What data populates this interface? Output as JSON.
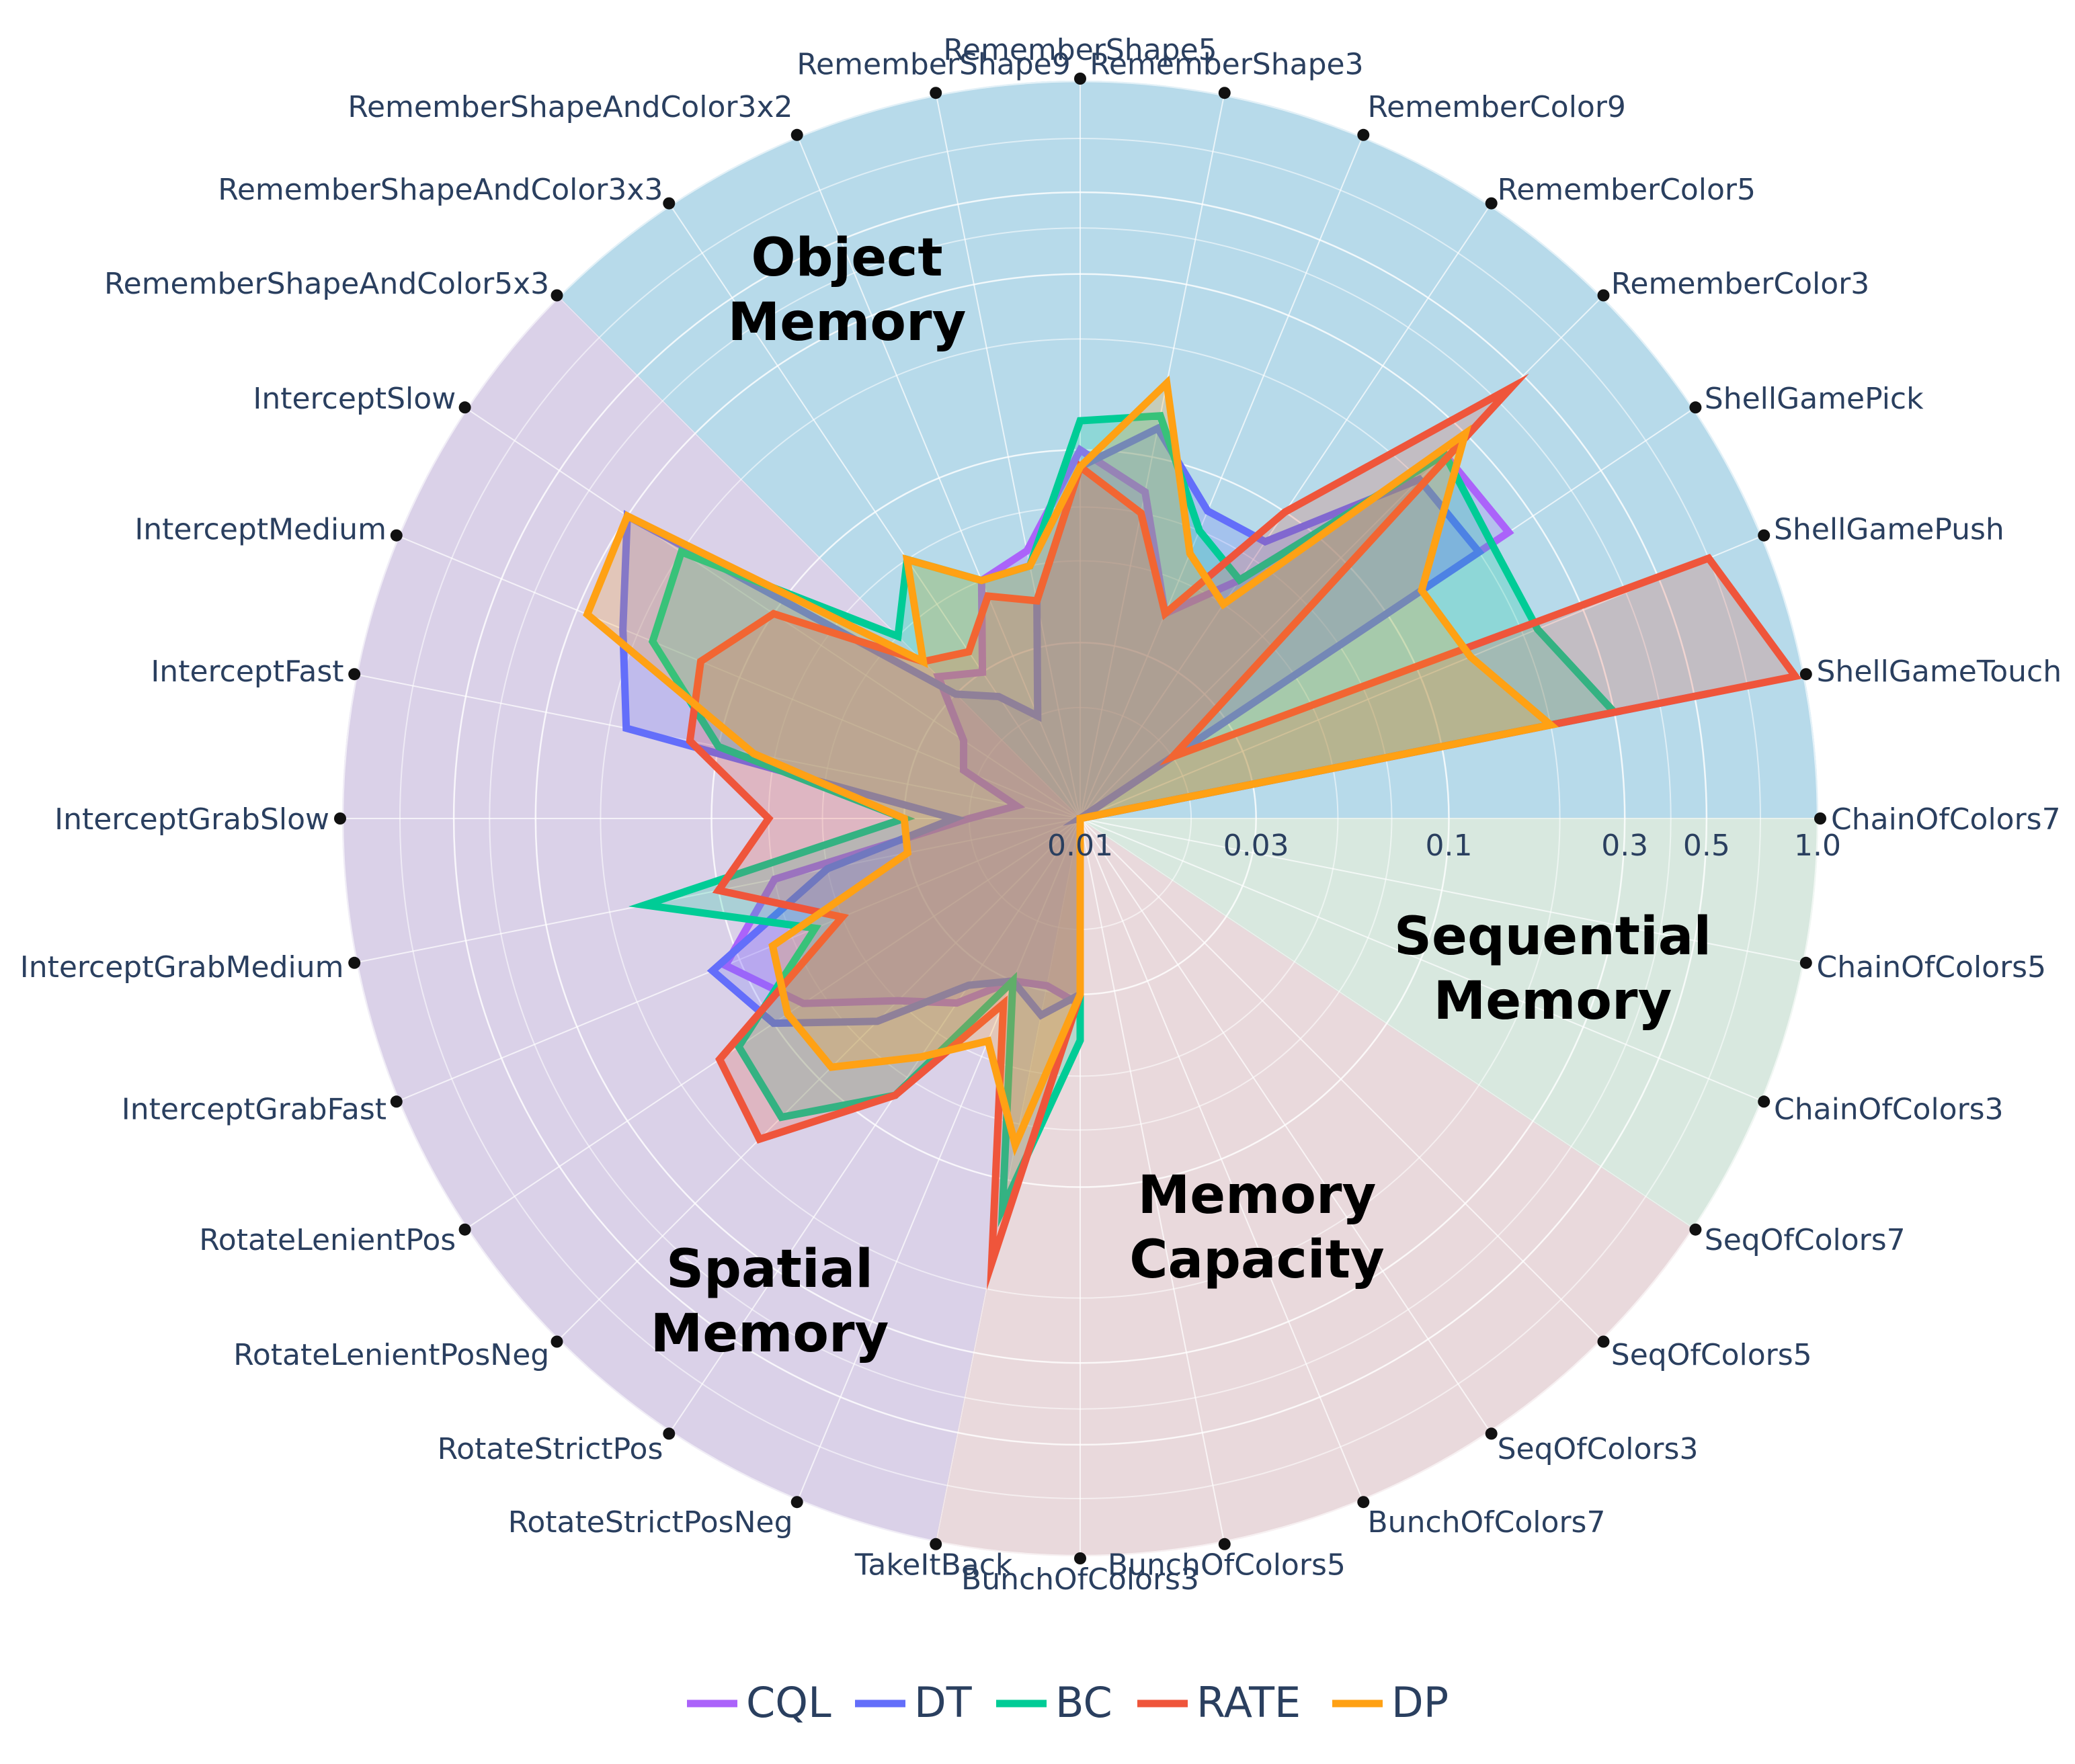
{
  "chart_data": {
    "type": "radar",
    "radial_axis": {
      "scale": "log",
      "range": [
        0.01,
        1.0
      ],
      "tick_values": [
        0.01,
        0.03,
        0.1,
        0.3,
        0.5,
        1.0
      ],
      "tick_labels": [
        "0.01",
        "0.03",
        "0.1",
        "0.3",
        "0.5",
        "1.0"
      ]
    },
    "categories": [
      "ChainOfColors7",
      "ShellGameTouch",
      "ShellGamePush",
      "ShellGamePick",
      "RememberColor3",
      "RememberColor5",
      "RememberColor9",
      "RememberShape3",
      "RememberShape5",
      "RememberShape9",
      "RememberShapeAndColor3x2",
      "RememberShapeAndColor3x3",
      "RememberShapeAndColor5x3",
      "InterceptSlow",
      "InterceptMedium",
      "InterceptFast",
      "InterceptGrabSlow",
      "InterceptGrabMedium",
      "InterceptGrabFast",
      "RotateLenientPos",
      "RotateLenientPosNeg",
      "RotateStrictPos",
      "RotateStrictPosNeg",
      "TakeItBack",
      "BunchOfColors3",
      "BunchOfColors5",
      "BunchOfColors7",
      "SeqOfColors3",
      "SeqOfColors5",
      "SeqOfColors7",
      "ChainOfColors3",
      "ChainOfColors5"
    ],
    "groups": [
      {
        "name": "Object Memory",
        "title_lines": [
          "Object",
          "Memory"
        ],
        "color": "#6fb6d6",
        "opacity": 0.5,
        "from_index": 0,
        "to_index": 12
      },
      {
        "name": "Spatial Memory",
        "title_lines": [
          "Spatial",
          "Memory"
        ],
        "color": "#b5a4d2",
        "opacity": 0.5,
        "from_index": 12,
        "to_index": 23
      },
      {
        "name": "Memory Capacity",
        "title_lines": [
          "Memory",
          "Capacity"
        ],
        "color": "#d4b3ba",
        "opacity": 0.5,
        "from_index": 23,
        "to_index": 29
      },
      {
        "name": "Sequential Memory",
        "title_lines": [
          "Sequential",
          "Memory"
        ],
        "color": "#b2d1bf",
        "opacity": 0.5,
        "from_index": 29,
        "to_index": 32
      }
    ],
    "series": [
      {
        "name": "CQL",
        "color": "#ab63fa",
        "values": [
          0.01,
          0.19,
          0.01,
          0.25,
          0.25,
          0.06,
          0.04,
          0.08,
          0.1,
          0.055,
          0.05,
          0.03,
          0.035,
          0.024,
          0.022,
          0.015,
          0.02,
          0.07,
          0.11,
          0.08,
          0.05,
          0.04,
          0.03,
          0.029,
          0.032,
          0.01,
          0.01,
          0.01,
          0.01,
          0.01,
          0.01,
          0.01
        ]
      },
      {
        "name": "DT",
        "color": "#636efa",
        "values": [
          0.01,
          0.55,
          0.01,
          0.2,
          0.2,
          0.08,
          0.08,
          0.12,
          0.09,
          0.04,
          0.02,
          0.025,
          0.03,
          0.3,
          0.22,
          0.18,
          0.022,
          0.05,
          0.12,
          0.1,
          0.06,
          0.035,
          0.03,
          0.035,
          0.03,
          0.01,
          0.01,
          0.01,
          0.01,
          0.01,
          0.01,
          0.01
        ]
      },
      {
        "name": "BC",
        "color": "#00cc96",
        "values": [
          0.01,
          0.3,
          0.22,
          0.22,
          0.25,
          0.06,
          0.07,
          0.13,
          0.12,
          0.05,
          0.05,
          0.07,
          0.05,
          0.2,
          0.18,
          0.1,
          0.03,
          0.16,
          0.06,
          0.13,
          0.14,
          0.08,
          0.03,
          0.12,
          0.04,
          0.01,
          0.01,
          0.01,
          0.01,
          0.01,
          0.01,
          0.01
        ]
      },
      {
        "name": "RATE",
        "color": "#ef553b",
        "values": [
          0.01,
          0.95,
          0.7,
          0.02,
          0.45,
          0.1,
          0.04,
          0.07,
          0.09,
          0.04,
          0.045,
          0.035,
          0.04,
          0.1,
          0.13,
          0.12,
          0.07,
          0.1,
          0.05,
          0.15,
          0.17,
          0.08,
          0.035,
          0.17,
          0.03,
          0.01,
          0.01,
          0.01,
          0.01,
          0.01,
          0.01,
          0.01
        ]
      },
      {
        "name": "DP",
        "color": "#ffa114",
        "values": [
          0.01,
          0.2,
          0.14,
          0.13,
          0.3,
          0.05,
          0.06,
          0.16,
          0.09,
          0.05,
          0.05,
          0.07,
          0.04,
          0.3,
          0.28,
          0.08,
          0.03,
          0.03,
          0.08,
          0.09,
          0.09,
          0.06,
          0.045,
          0.08,
          0.03,
          0.01,
          0.01,
          0.01,
          0.01,
          0.01,
          0.01,
          0.01
        ]
      }
    ],
    "legend_position": "bottom",
    "grid": true
  }
}
